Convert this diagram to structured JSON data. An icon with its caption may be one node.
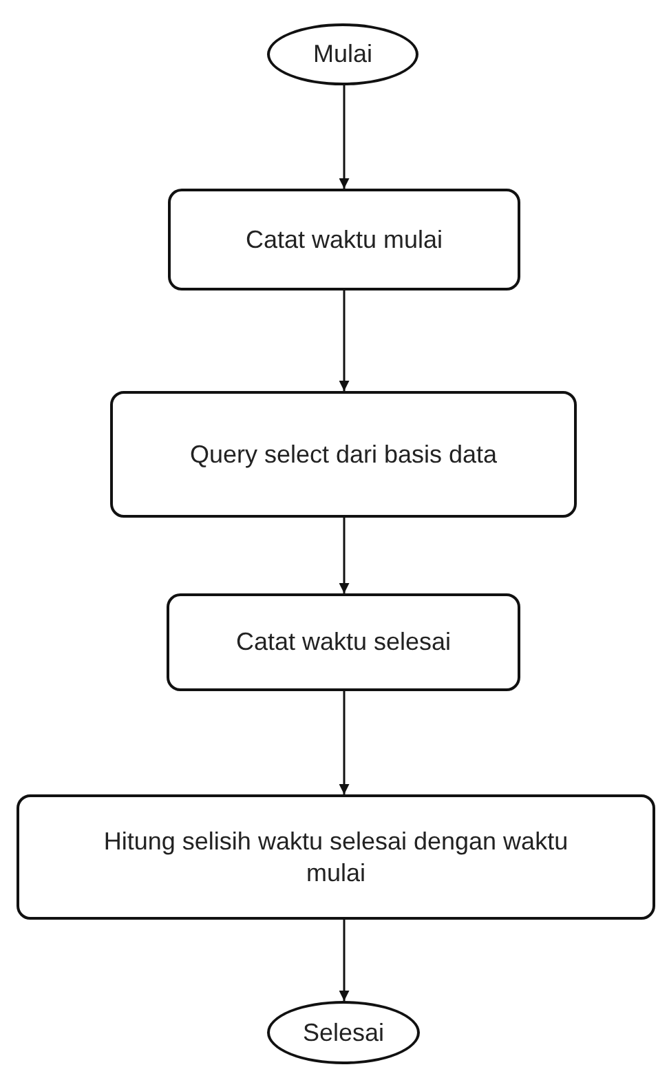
{
  "diagram": {
    "nodes": [
      {
        "text": [
          "Mulai"
        ]
      },
      {
        "text": [
          "Catat waktu mulai"
        ]
      },
      {
        "text": [
          "Query select dari basis data"
        ]
      },
      {
        "text": [
          "Catat waktu selesai"
        ]
      },
      {
        "text": [
          "Hitung selisih waktu selesai dengan waktu mulai"
        ]
      },
      {
        "text": [
          "Selesai"
        ]
      }
    ],
    "edges": [
      {
        "from": 0,
        "to": 1,
        "arrow": "to"
      },
      {
        "from": 1,
        "to": 2,
        "arrow": "to"
      },
      {
        "from": 2,
        "to": 3,
        "arrow": "to"
      },
      {
        "from": 3,
        "to": 4,
        "arrow": "to"
      },
      {
        "from": 4,
        "to": 5,
        "arrow": "to"
      }
    ]
  }
}
